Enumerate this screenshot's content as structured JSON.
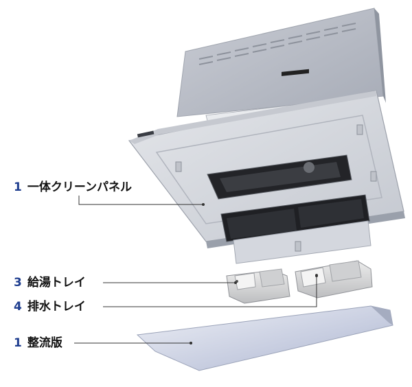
{
  "callouts": [
    {
      "number": "1",
      "text": "一体クリーンパネル"
    },
    {
      "number": "3",
      "text": "給湯トレイ"
    },
    {
      "number": "4",
      "text": "排水トレイ"
    },
    {
      "number": "1",
      "text": "整流版"
    }
  ],
  "colors": {
    "callout_number": "#1f3e8f",
    "callout_text": "#111111",
    "leader_line": "#333333",
    "hood_body": "#b9bdc6",
    "hood_panel": "#d7dae0",
    "trays": "#d9dadb",
    "baffle_plate": "#c9cfe0"
  }
}
